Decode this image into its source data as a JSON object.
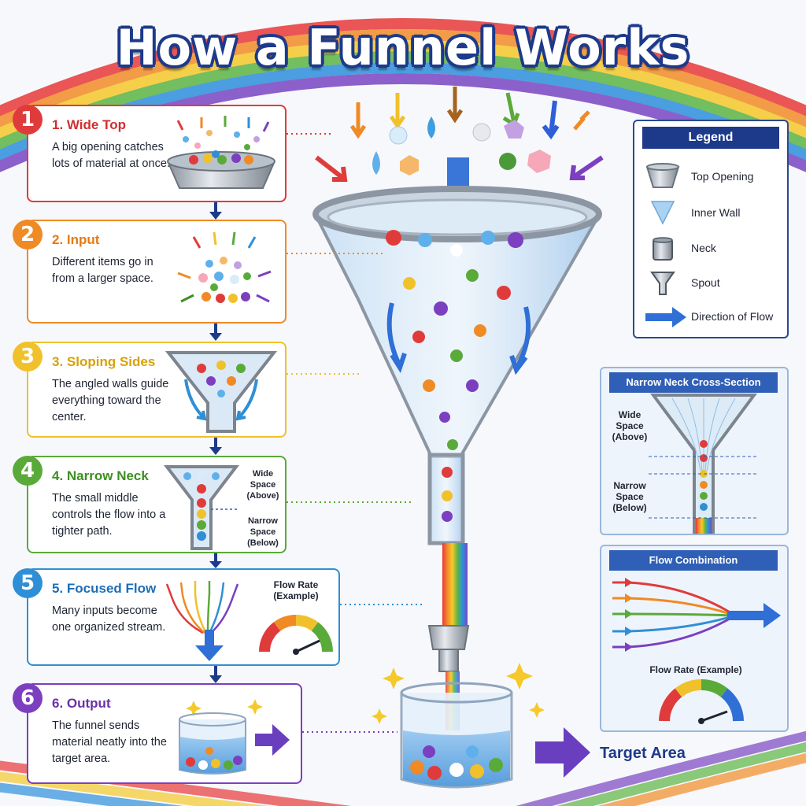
{
  "title": "How a Funnel Works",
  "steps": [
    {
      "num": "1",
      "title": "1. Wide Top",
      "desc": "A big opening catches lots of material at once."
    },
    {
      "num": "2",
      "title": "2. Input",
      "desc": "Different items go in from a larger space."
    },
    {
      "num": "3",
      "title": "3. Sloping Sides",
      "desc": "The angled walls guide everything toward the center."
    },
    {
      "num": "4",
      "title": "4. Narrow Neck",
      "desc": "The small middle controls the flow into a tighter path."
    },
    {
      "num": "5",
      "title": "5. Focused Flow",
      "desc": "Many inputs become one organized stream."
    },
    {
      "num": "6",
      "title": "6. Output",
      "desc": "The funnel sends material neatly into the target area."
    }
  ],
  "neck_labels": {
    "wide": "Wide Space (Above)",
    "narrow": "Narrow Space (Below)"
  },
  "flow_rate_label": "Flow Rate (Example)",
  "legend": {
    "title": "Legend",
    "items": [
      "Top Opening",
      "Inner Wall",
      "Neck",
      "Spout",
      "Direction of Flow"
    ]
  },
  "cross_section": {
    "title": "Narrow Neck Cross-Section",
    "wide": "Wide Space (Above)",
    "narrow": "Narrow Space (Below)"
  },
  "flow_combination": {
    "title": "Flow Combination",
    "rate_label": "Flow Rate (Example)"
  },
  "target_label": "Target Area",
  "colors": {
    "red": "#e03b3b",
    "orange": "#f08a24",
    "yellow": "#f0c12a",
    "green": "#5aaa3a",
    "blue": "#2f8fd6",
    "purple": "#7b3fbf",
    "navy": "#1d3a8a"
  }
}
